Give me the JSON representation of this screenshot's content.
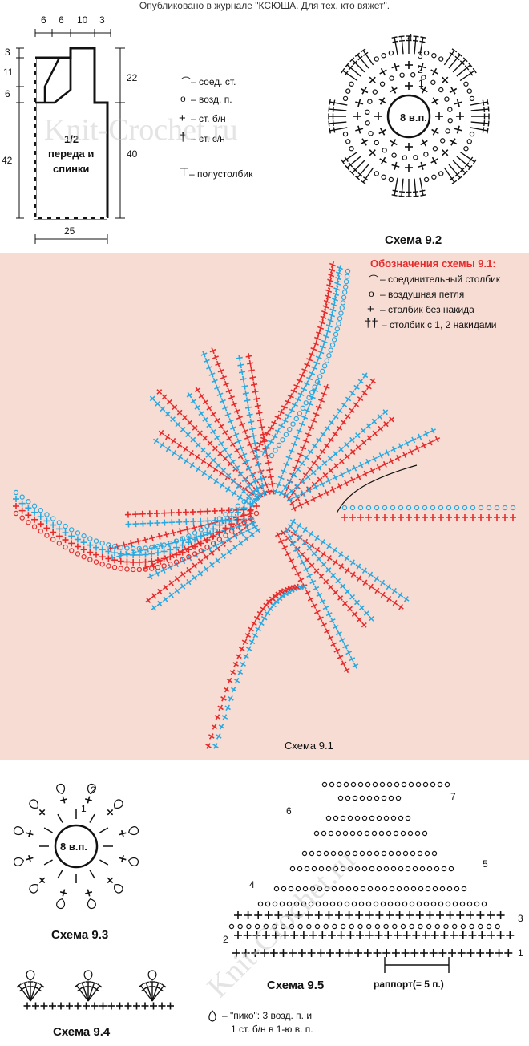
{
  "header": "Опубликовано в журнале \"КСЮША. Для тех, кто вяжет\".",
  "watermark": "Knit-Crochet.ru",
  "pattern": {
    "top_dims": [
      "6",
      "6",
      "10",
      "3"
    ],
    "left_dims": [
      "3",
      "11",
      "6",
      "42"
    ],
    "right_dims": [
      "22",
      "40"
    ],
    "bottom_dim": "25",
    "label_line1": "1/2",
    "label_line2": "переда и",
    "label_line3": "спинки"
  },
  "legend_small": {
    "slst": "– соед. ст.",
    "ch": "– возд. п.",
    "sc": "– ст. б/н",
    "dc": "– ст. с/н",
    "hdc": "– полустолбик"
  },
  "legend_91": {
    "title": "Обозначения схемы 9.1:",
    "slst": "– соединительный столбик",
    "ch": "– воздушная петля",
    "sc": "– столбик без накида",
    "dc": "– столбик с 1, 2 накидами"
  },
  "schemes": {
    "s92": "Схема 9.2",
    "s91": "Схема 9.1",
    "s93": "Схема 9.3",
    "s94": "Схема 9.4",
    "s95": "Схема 9.5"
  },
  "center_label": "8 в.п.",
  "s92_rows": [
    "4",
    "3",
    "2",
    "1"
  ],
  "s93_rows": [
    "2",
    "1"
  ],
  "s95_rows": [
    "1",
    "2",
    "3",
    "4",
    "5",
    "6",
    "7"
  ],
  "repeat_label": "раппорт(= 5 п.)",
  "picot_line1": "– \"пико\": 3 возд. п. и",
  "picot_line2": "1 ст. б/н в 1-ю в. п.",
  "colors": {
    "red": "#e52b2b",
    "blue": "#29a9e0",
    "pink_bg": "#f7dcd4"
  }
}
